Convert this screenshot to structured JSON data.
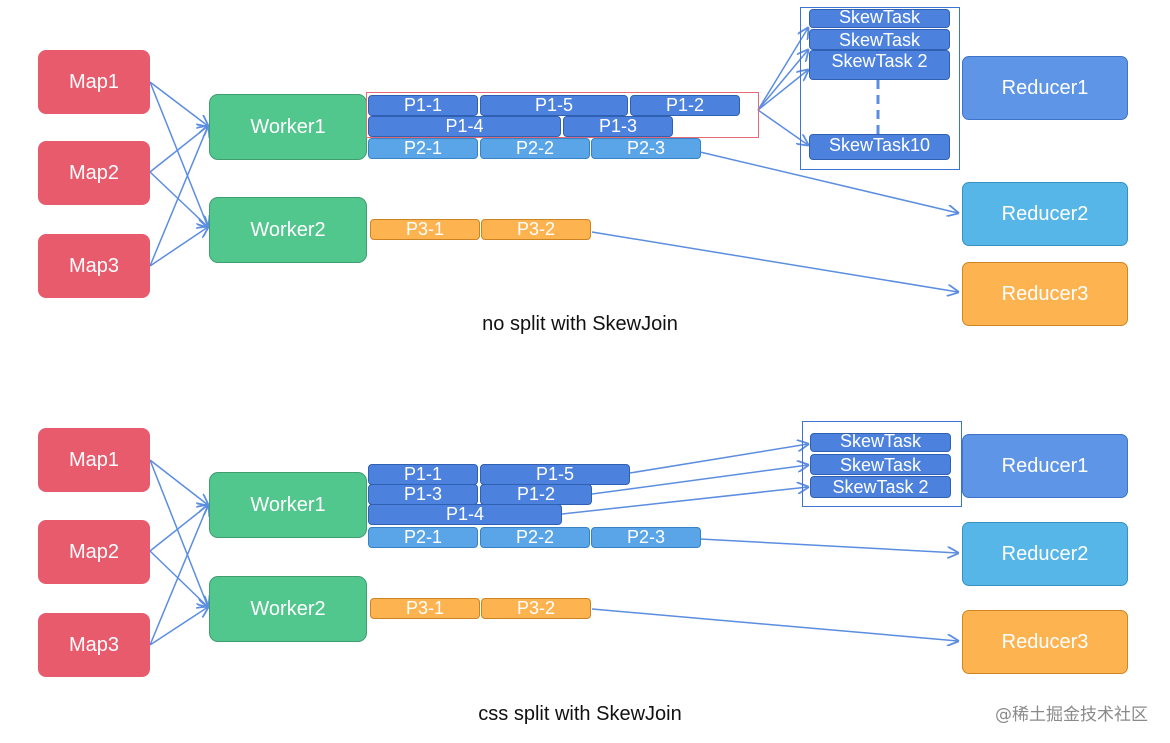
{
  "panels": [
    {
      "caption": "no split with SkewJoin",
      "maps": [
        "Map1",
        "Map2",
        "Map3"
      ],
      "workers": [
        "Worker1",
        "Worker2"
      ],
      "partitions": {
        "w1_row1": [
          "P1-1",
          "P1-5",
          "P1-2"
        ],
        "w1_row2": [
          "P1-4",
          "P1-3"
        ],
        "w1_row3": [
          "P2-1",
          "P2-2",
          "P2-3"
        ],
        "w2_row1": [
          "P3-1",
          "P3-2"
        ]
      },
      "skew_tasks": [
        "SkewTask",
        "SkewTask",
        "SkewTask 2",
        "SkewTask10"
      ],
      "reducers": [
        "Reducer1",
        "Reducer2",
        "Reducer3"
      ]
    },
    {
      "caption": "css split with SkewJoin",
      "maps": [
        "Map1",
        "Map2",
        "Map3"
      ],
      "workers": [
        "Worker1",
        "Worker2"
      ],
      "partitions": {
        "w1_row1": [
          "P1-1",
          "P1-5"
        ],
        "w1_row2": [
          "P1-3",
          "P1-2"
        ],
        "w1_row3": [
          "P1-4"
        ],
        "w1_row4": [
          "P2-1",
          "P2-2",
          "P2-3"
        ],
        "w2_row1": [
          "P3-1",
          "P3-2"
        ]
      },
      "skew_tasks": [
        "SkewTask",
        "SkewTask",
        "SkewTask 2"
      ],
      "reducers": [
        "Reducer1",
        "Reducer2",
        "Reducer3"
      ]
    }
  ],
  "watermark": "@稀土掘金技术社区",
  "colors": {
    "map": "#e85b6c",
    "worker": "#51c68d",
    "partition_dark": "#4c82dd",
    "partition_light": "#5aa5e8",
    "partition_orange": "#fdb34f",
    "reducer_blue": "#5f95e6",
    "reducer_sky": "#57b6e8",
    "reducer_orange": "#fdb34f",
    "frame_blue": "#3b74d4",
    "frame_red": "#e46a78",
    "arrow": "#5b8de0"
  }
}
